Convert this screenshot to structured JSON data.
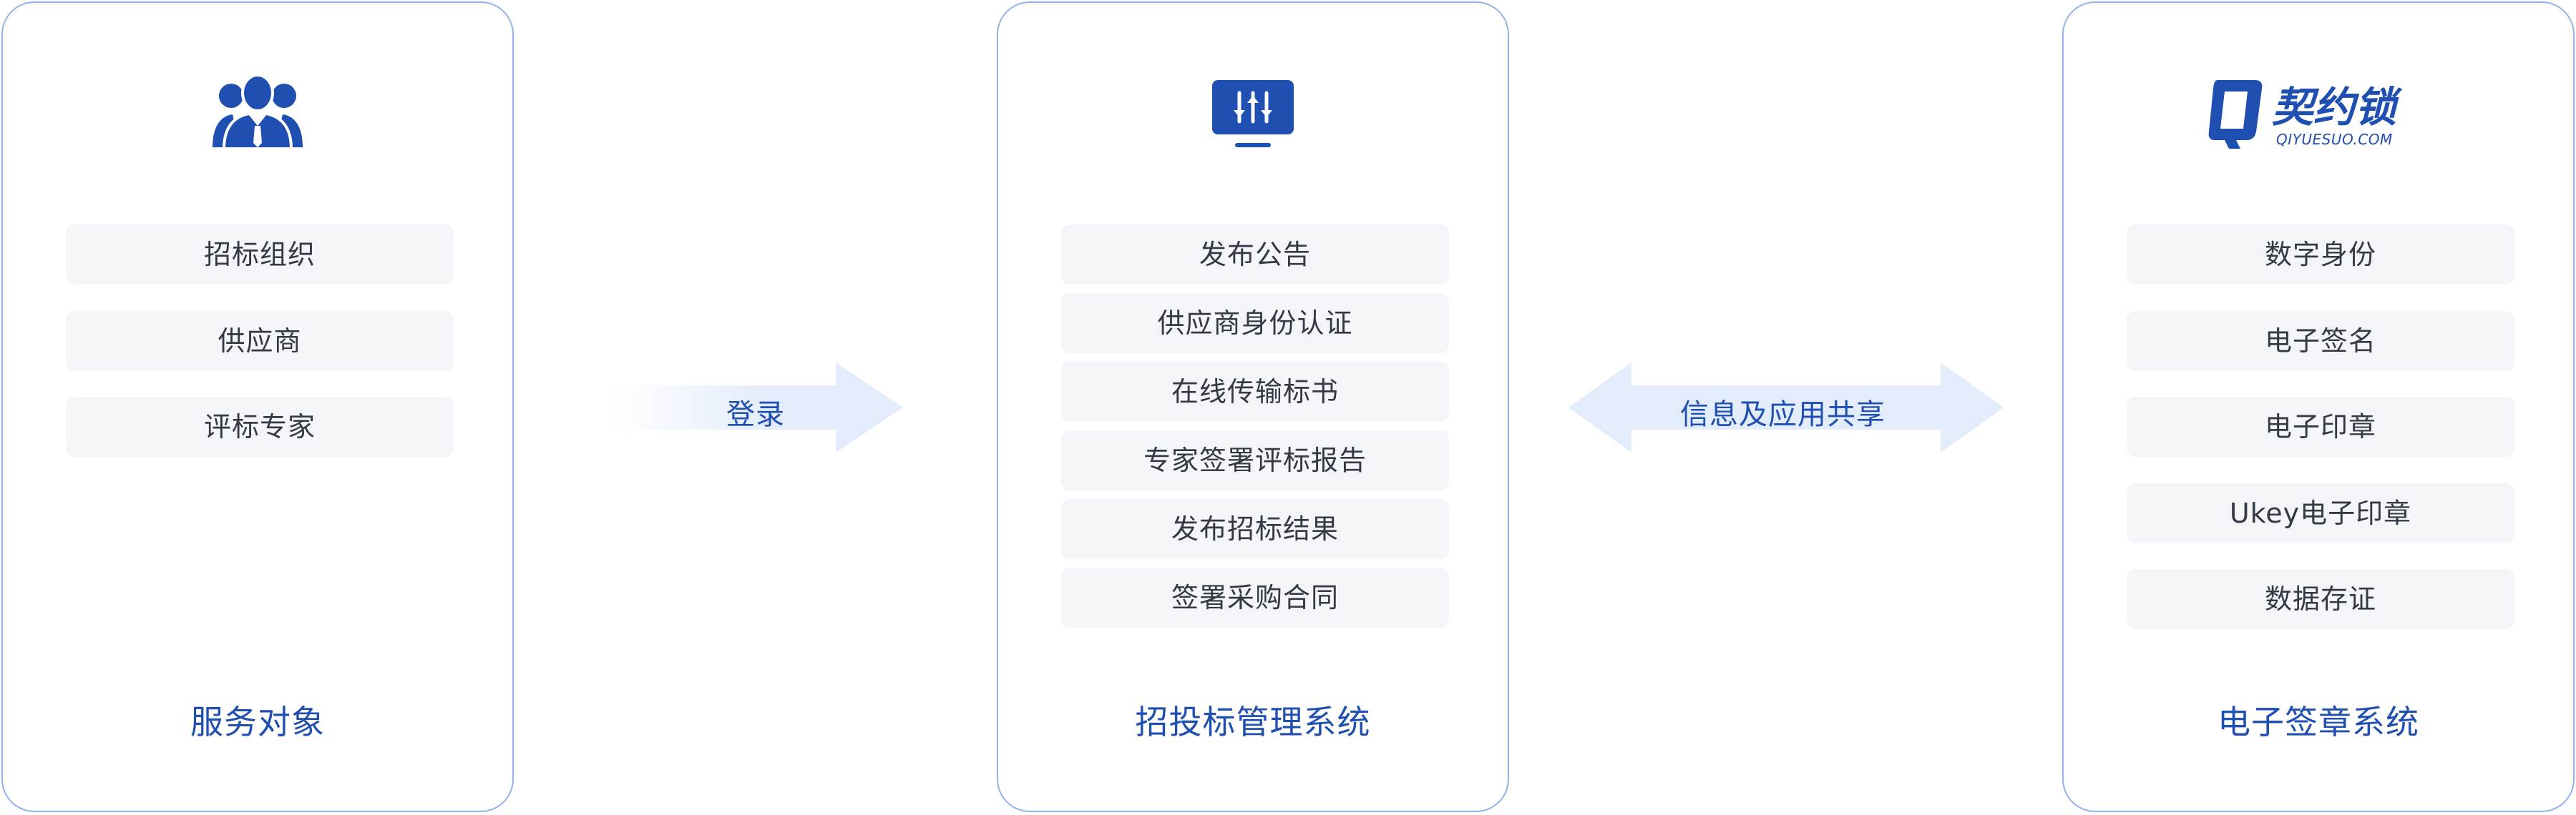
{
  "left_panel": {
    "icon": "user-group-icon",
    "items": [
      "招标组织",
      "供应商",
      "评标专家"
    ],
    "title": "服务对象"
  },
  "middle_panel": {
    "icon": "monitor-sliders-icon",
    "items": [
      "发布公告",
      "供应商身份认证",
      "在线传输标书",
      "专家签署评标报告",
      "发布招标结果",
      "签署采购合同"
    ],
    "title": "招投标管理系统"
  },
  "right_panel": {
    "logo": {
      "mark": "Q",
      "name": "契约锁",
      "domain": "QIYUESUO.COM"
    },
    "items": [
      "数字身份",
      "电子签名",
      "电子印章",
      "Ukey电子印章",
      "数据存证"
    ],
    "title": "电子签章系统"
  },
  "arrows": {
    "login": "登录",
    "share": "信息及应用共享"
  },
  "colors": {
    "brand_blue": "#1f4fb0",
    "panel_border": "#8fb3ea",
    "item_bg": "#f4f5f8",
    "arrow_fill": "#e3ecfb"
  }
}
